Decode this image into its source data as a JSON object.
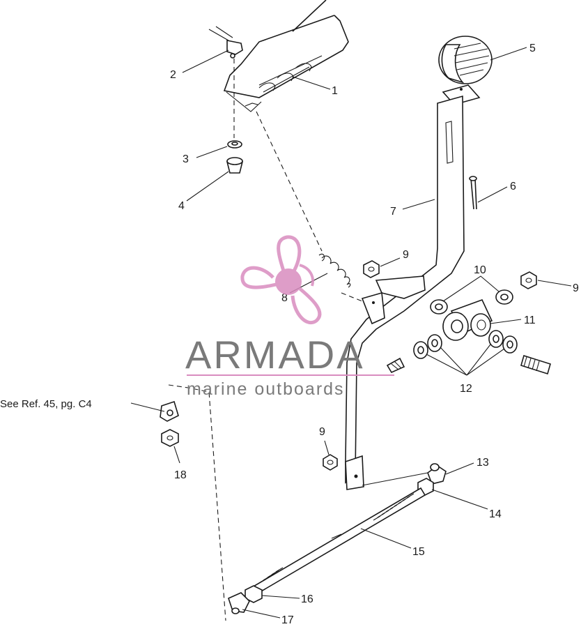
{
  "callouts": [
    {
      "id": "1",
      "label": "1"
    },
    {
      "id": "2",
      "label": "2"
    },
    {
      "id": "3",
      "label": "3"
    },
    {
      "id": "4",
      "label": "4"
    },
    {
      "id": "5",
      "label": "5"
    },
    {
      "id": "6",
      "label": "6"
    },
    {
      "id": "7",
      "label": "7"
    },
    {
      "id": "8",
      "label": "8"
    },
    {
      "id": "9a",
      "label": "9"
    },
    {
      "id": "9b",
      "label": "9"
    },
    {
      "id": "9c",
      "label": "9"
    },
    {
      "id": "10",
      "label": "10"
    },
    {
      "id": "11",
      "label": "11"
    },
    {
      "id": "12",
      "label": "12"
    },
    {
      "id": "13",
      "label": "13"
    },
    {
      "id": "14",
      "label": "14"
    },
    {
      "id": "15",
      "label": "15"
    },
    {
      "id": "16",
      "label": "16"
    },
    {
      "id": "17",
      "label": "17"
    },
    {
      "id": "18",
      "label": "18"
    }
  ],
  "reference_note": "See Ref. 45, pg. C4",
  "watermark": {
    "brand": "ARMADA",
    "tagline": "marine outboards",
    "logo_color": "#d98cbf",
    "text_color": "#7a7a7a"
  }
}
